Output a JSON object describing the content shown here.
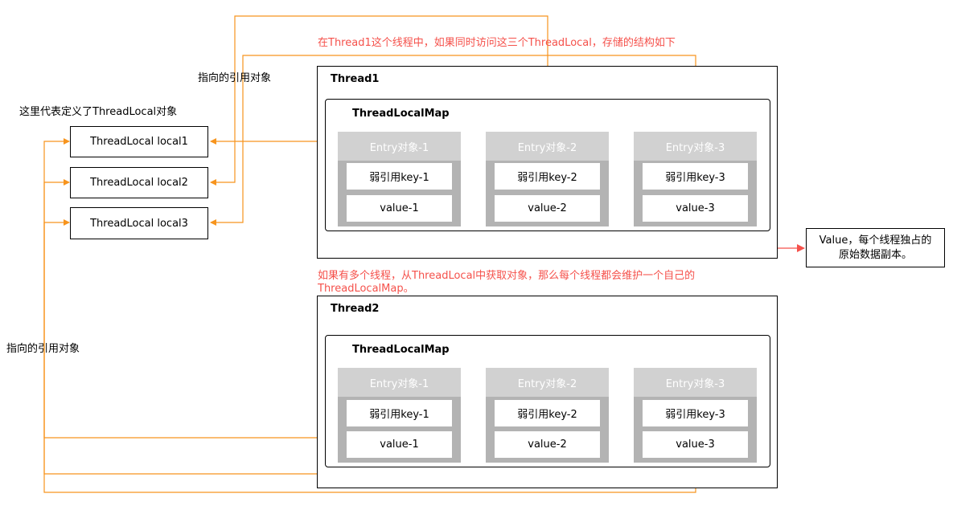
{
  "annotations": {
    "thread1_caption": "在Thread1这个线程中，如果同时访问这三个ThreadLocal，存储的结构如下",
    "pointer_top": "指向的引用对象",
    "threadlocal_def": "这里代表定义了ThreadLocal对象",
    "multi_thread_line1": "如果有多个线程，从ThreadLocal中获取对象，那么每个线程都会维护一个自己的",
    "multi_thread_line2": "ThreadLocalMap。",
    "pointer_left": "指向的引用对象"
  },
  "threadlocals": [
    {
      "label": "ThreadLocal local1"
    },
    {
      "label": "ThreadLocal local2"
    },
    {
      "label": "ThreadLocal local3"
    }
  ],
  "threads": [
    {
      "title": "Thread1",
      "map_title": "ThreadLocalMap",
      "entries": [
        {
          "head": "Entry对象-1",
          "key": "弱引用key-1",
          "value": "value-1"
        },
        {
          "head": "Entry对象-2",
          "key": "弱引用key-2",
          "value": "value-2"
        },
        {
          "head": "Entry对象-3",
          "key": "弱引用key-3",
          "value": "value-3"
        }
      ]
    },
    {
      "title": "Thread2",
      "map_title": "ThreadLocalMap",
      "entries": [
        {
          "head": "Entry对象-1",
          "key": "弱引用key-1",
          "value": "value-1"
        },
        {
          "head": "Entry对象-2",
          "key": "弱引用key-2",
          "value": "value-2"
        },
        {
          "head": "Entry对象-3",
          "key": "弱引用key-3",
          "value": "value-3"
        }
      ]
    }
  ],
  "value_note": {
    "line1": "Value，每个线程独占的",
    "line2": "原始数据副本。"
  },
  "colors": {
    "orange": "#f7941d",
    "red": "#f5514b",
    "entry_head": "#d1d1d1",
    "entry_body": "#b3b3b3"
  }
}
